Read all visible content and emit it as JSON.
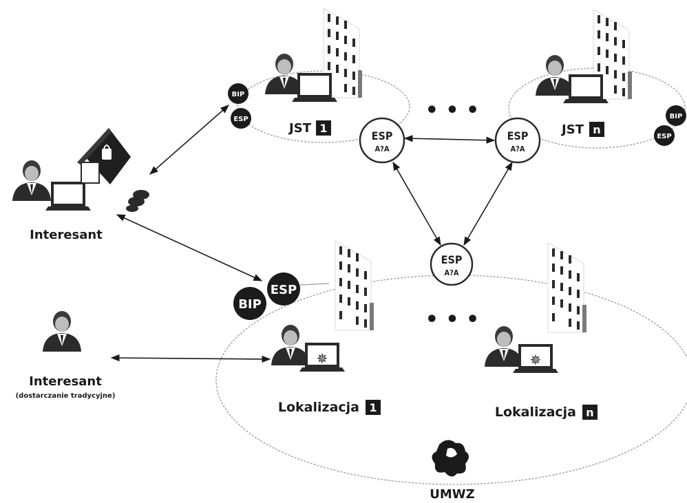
{
  "interesant_online": {
    "label": "Interesant"
  },
  "interesant_traditional": {
    "label": "Interesant",
    "sublabel": "(dostarczanie tradycyjne)"
  },
  "jst_1": {
    "label": "JST",
    "number": "1"
  },
  "jst_n": {
    "label": "JST",
    "number": "n"
  },
  "lokalizacja_1": {
    "label": "Lokalizacja",
    "number": "1"
  },
  "lokalizacja_n": {
    "label": "Lokalizacja",
    "number": "n"
  },
  "umwz": {
    "label": "UMWZ"
  },
  "badges": {
    "bip": "BIP",
    "esp": "ESP"
  },
  "esp_nodes": {
    "top": "ESP",
    "bottom": "A?A"
  },
  "ellipsis": "• • •",
  "colors": {
    "ink": "#1a1a1a",
    "badge_fill": "#1b1b1b",
    "outline": "#8a8a8a",
    "building": "#2a2a2a"
  }
}
